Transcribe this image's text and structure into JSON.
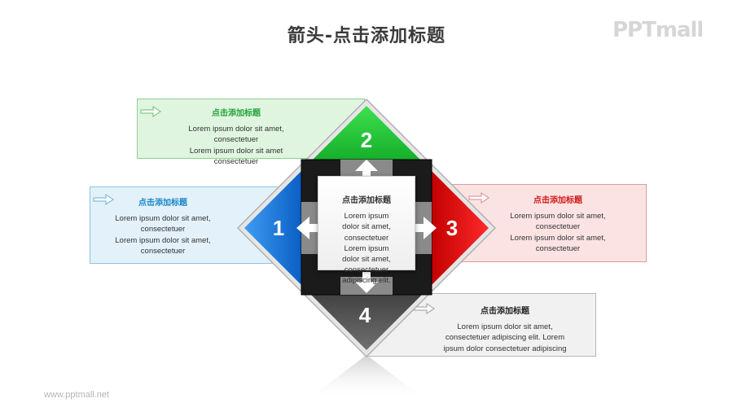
{
  "title": "箭头-点击添加标题",
  "logo": "PPTmall",
  "site": "www.pptmall.net",
  "center": {
    "title": "点击添加标题",
    "lines": [
      "Lorem ipsum",
      "dolor sit amet,",
      "consectetuer",
      "Lorem ipsum",
      "dolor sit amet,",
      "consectetuer",
      "adipiscing elit."
    ]
  },
  "items": [
    {
      "number": "1",
      "color": "#1e7fe0",
      "title": "点击添加标题",
      "title_color": "#1a86c8",
      "lines": [
        "Lorem ipsum dolor sit amet,",
        "consectetuer",
        "Lorem ipsum dolor sit amet,",
        "consectetuer"
      ]
    },
    {
      "number": "2",
      "color": "#22c23a",
      "title": "点击添加标题",
      "title_color": "#23a23a",
      "lines": [
        "Lorem ipsum dolor sit amet,",
        "consectetuer",
        "Lorem ipsum dolor sit amet",
        "consectetuer"
      ]
    },
    {
      "number": "3",
      "color": "#e01a1a",
      "title": "点击添加标题",
      "title_color": "#d01818",
      "lines": [
        "Lorem ipsum dolor sit amet,",
        "consectetuer",
        "Lorem ipsum dolor sit amet,",
        "consectetuer"
      ]
    },
    {
      "number": "4",
      "color": "#555555",
      "title": "点击添加标题",
      "title_color": "#222222",
      "lines": [
        "Lorem ipsum dolor sit amet,",
        "consectetuer adipiscing elit. Lorem",
        "ipsum dolor consectetuer adipiscing"
      ]
    }
  ]
}
